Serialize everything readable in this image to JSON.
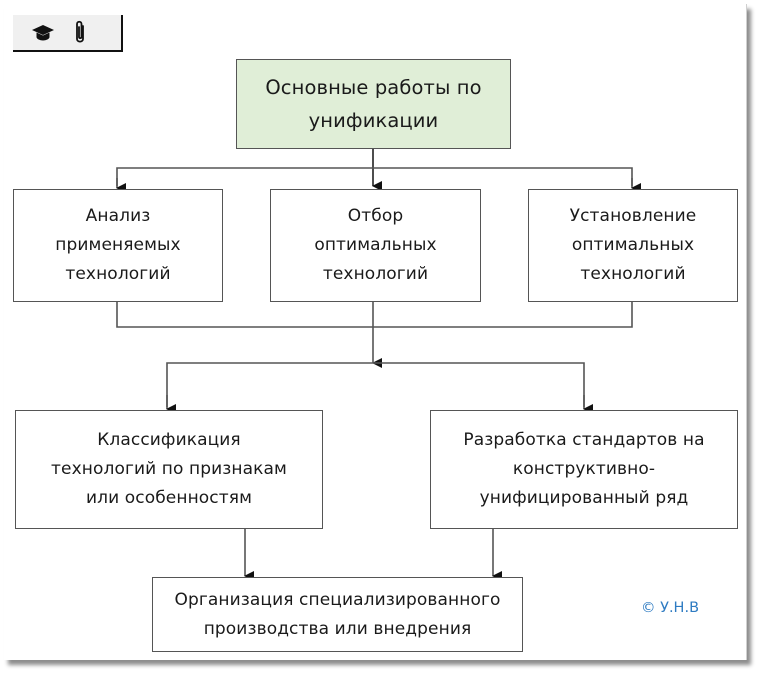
{
  "toolbar": {
    "icons": [
      "graduation-cap-icon",
      "paperclip-icon"
    ]
  },
  "diagram": {
    "root": {
      "lines": [
        "Основные работы по",
        "унификации"
      ]
    },
    "level2": [
      {
        "lines": [
          "Анализ",
          "применяемых",
          "технологий"
        ]
      },
      {
        "lines": [
          "Отбор",
          "оптимальных",
          "технологий"
        ]
      },
      {
        "lines": [
          "Установление",
          "оптимальных",
          "технологий"
        ]
      }
    ],
    "level3": [
      {
        "lines": [
          "Классификация",
          "технологий по признакам",
          "или особенностям"
        ]
      },
      {
        "lines": [
          "Разработка стандартов на",
          "конструктивно-",
          "унифицированный ряд"
        ]
      }
    ],
    "final": {
      "lines": [
        "Организация специализированного",
        "производства или внедрения"
      ]
    },
    "edges": [
      [
        "root",
        "level2.0"
      ],
      [
        "root",
        "level2.1"
      ],
      [
        "root",
        "level2.2"
      ],
      [
        "level2 (merged)",
        "level3.0"
      ],
      [
        "level2 (merged)",
        "level3.1"
      ],
      [
        "level3.0",
        "final"
      ],
      [
        "level3.1",
        "final"
      ]
    ]
  },
  "copyright": "© У.Н.В",
  "colors": {
    "root_fill": "#e0eed7",
    "copyright": "#2e7bc2",
    "line": "#555555"
  }
}
